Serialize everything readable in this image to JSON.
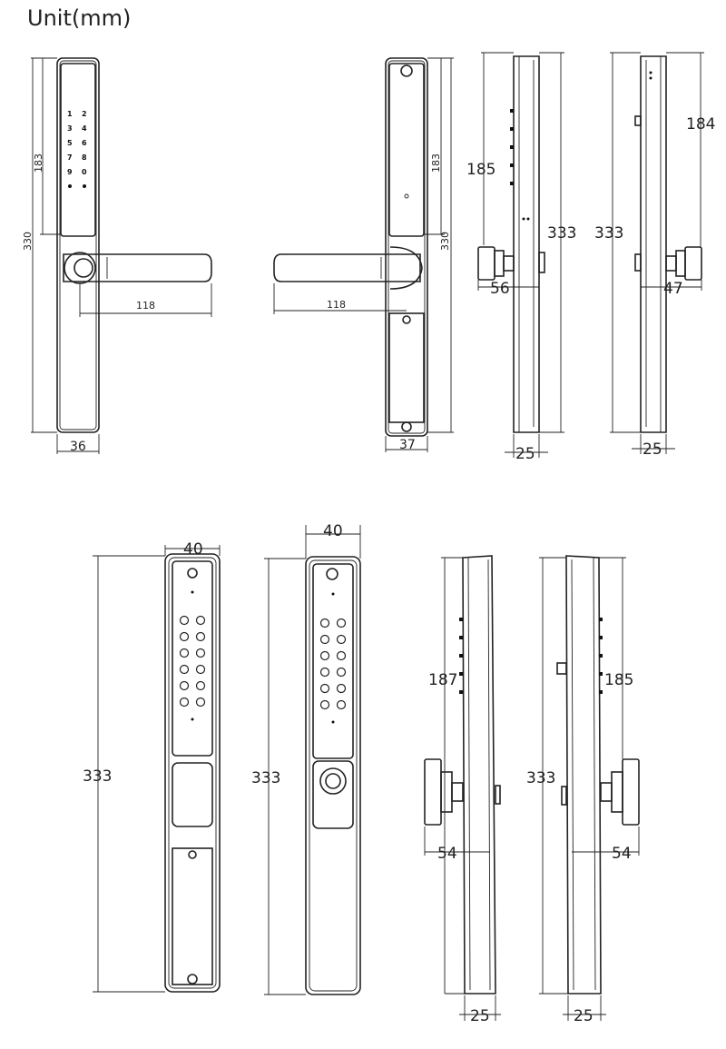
{
  "unit_label": "Unit(mm)",
  "top_row": {
    "front": {
      "height_total": "330",
      "height_keypad": "183",
      "handle_length": "118",
      "width": "36",
      "key_labels": [
        "1",
        "2",
        "3",
        "4",
        "5",
        "6",
        "7",
        "8",
        "9",
        "0"
      ]
    },
    "back": {
      "height_total": "330",
      "height_keypad": "183",
      "handle_length": "118",
      "width": "37"
    },
    "side_left": {
      "height_total": "333",
      "height_upper": "185",
      "projection": "56",
      "depth": "25"
    },
    "side_right": {
      "height_total": "333",
      "height_upper": "184",
      "projection": "47",
      "depth": "25"
    }
  },
  "bottom_row": {
    "front_a": {
      "width": "40",
      "height_total": "333"
    },
    "front_b": {
      "width": "40",
      "height_total": "333"
    },
    "side_a": {
      "height_total": "333",
      "height_upper": "187",
      "projection": "54",
      "depth": "25"
    },
    "side_b": {
      "height_total": "333",
      "height_upper": "185",
      "projection": "54",
      "depth": "25"
    }
  }
}
